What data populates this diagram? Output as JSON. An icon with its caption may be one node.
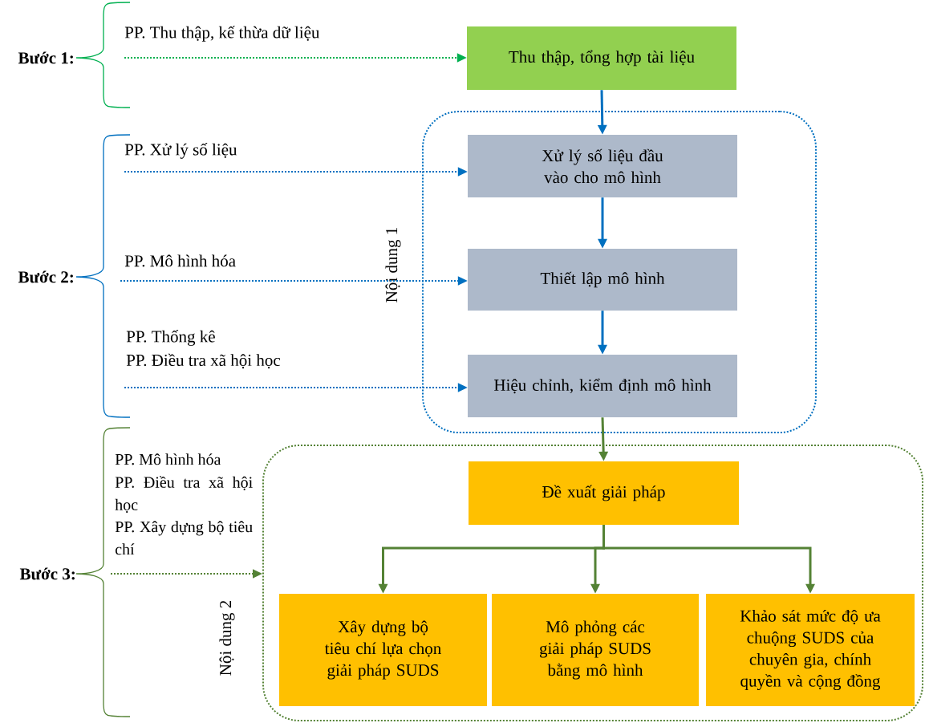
{
  "diagram": {
    "nodes": [
      {
        "text": [
          "Thu thập, tổng hợp tài liệu"
        ]
      },
      {
        "text": [
          "Nội dung 1"
        ]
      },
      {
        "text": [
          "Xử lý số liệu đầu vào cho mô hình"
        ],
        "in": 1
      },
      {
        "text": [
          "Thiết lập mô hình"
        ],
        "in": 1
      },
      {
        "text": [
          "Hiệu chỉnh, kiểm định mô hình"
        ],
        "in": 1
      },
      {
        "text": [
          "Nội dung 2"
        ]
      },
      {
        "text": [
          "Đề xuất giải pháp"
        ],
        "in": 5
      },
      {
        "text": [
          "Xây dựng bộ tiêu chí lựa chọn giải pháp SUDS"
        ],
        "in": 5
      },
      {
        "text": [
          "Mô phỏng các giải pháp SUDS bằng mô hình"
        ],
        "in": 5
      },
      {
        "text": [
          "Khảo sát mức độ ưa chuộng SUDS của chuyên gia, chính quyền và cộng đồng"
        ],
        "in": 5
      }
    ],
    "edges": [
      {
        "from": 0,
        "to": 2,
        "arrow": "to",
        "color": "#0070c0"
      },
      {
        "from": 2,
        "to": 3,
        "arrow": "to",
        "color": "#0070c0"
      },
      {
        "from": 3,
        "to": 4,
        "arrow": "to",
        "color": "#0070c0"
      },
      {
        "from": 4,
        "to": 6,
        "arrow": "to",
        "color": "#548235"
      },
      {
        "from": 6,
        "to": 7,
        "arrow": "to",
        "color": "#548235"
      },
      {
        "from": 6,
        "to": 8,
        "arrow": "to",
        "color": "#548235"
      },
      {
        "from": 6,
        "to": 9,
        "arrow": "to",
        "color": "#548235"
      },
      {
        "from": null,
        "to": 0,
        "arrow": "to",
        "style": "dashed",
        "color": "#00b050"
      },
      {
        "from": null,
        "to": 2,
        "arrow": "to",
        "style": "dashed",
        "color": "#0070c0"
      },
      {
        "from": null,
        "to": 3,
        "arrow": "to",
        "style": "dashed",
        "color": "#0070c0"
      },
      {
        "from": null,
        "to": 4,
        "arrow": "to",
        "style": "dashed",
        "color": "#0070c0"
      },
      {
        "from": null,
        "to": 5,
        "arrow": "to",
        "style": "dashed",
        "color": "#548235"
      }
    ],
    "labels": [
      "PP. Thu thập, kế thừa dữ liệu",
      "Bước 1:",
      "PP. Xử lý số liệu",
      "PP. Mô hình hóa",
      "Bước 2:",
      "PP. Thống kê",
      "PP. Điều tra xã hội học",
      "PP. Mô hình hóa",
      "PP. Điều tra xã hội học",
      "PP. Xây dựng bộ tiêu chí",
      "Bước 3:"
    ]
  }
}
